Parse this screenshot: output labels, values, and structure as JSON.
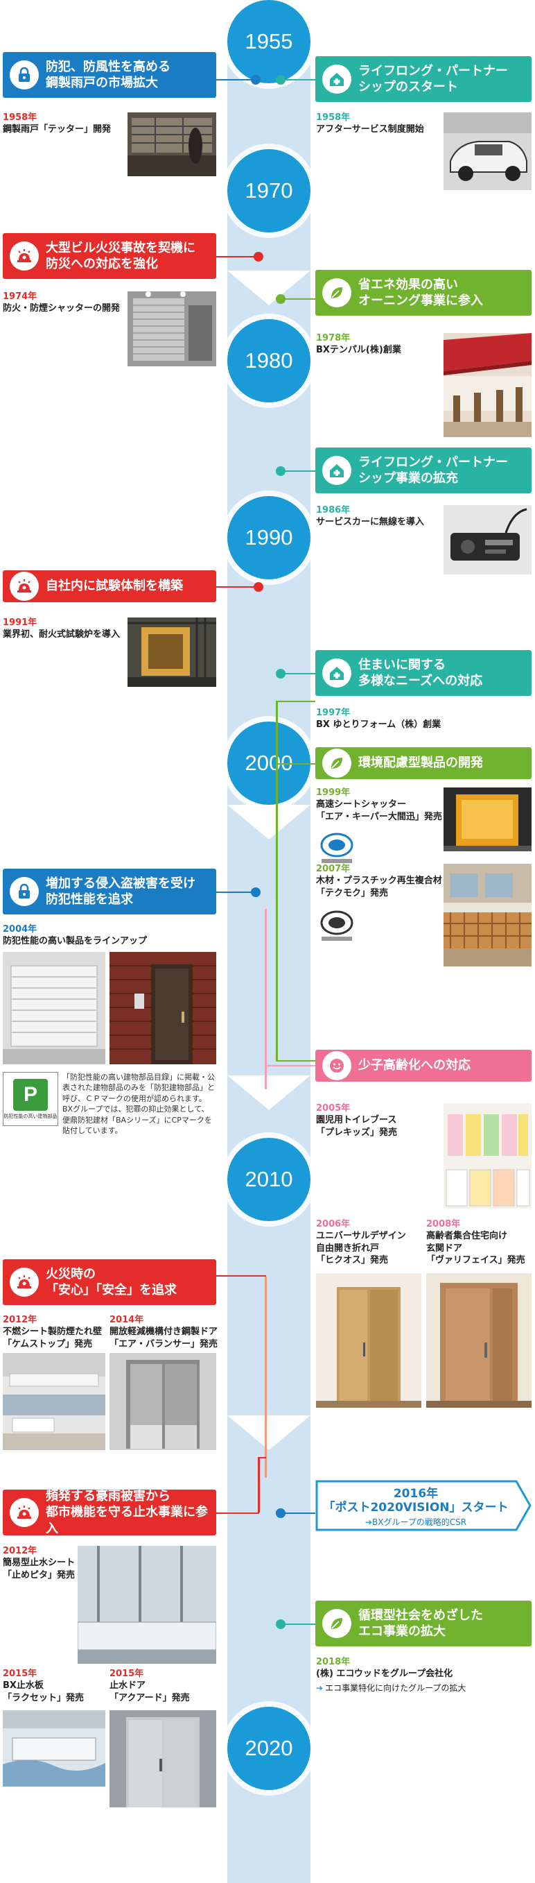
{
  "years": [
    "1955",
    "1970",
    "1980",
    "1990",
    "2000",
    "2010",
    "2020"
  ],
  "colors": {
    "blue": "#1a7cc3",
    "red": "#e42d2a",
    "green": "#71b32f",
    "pink": "#ef6f95",
    "teal": "#28b3a3",
    "year_circle": "#1a9ad6",
    "spine": "#cfe3f3"
  },
  "events": {
    "e1": {
      "label": "防犯、防風性を高める\n鋼製雨戸の市場拡大",
      "icon": "lock-icon",
      "year": "1958年",
      "caption": "鋼製雨戸「テッター」開発"
    },
    "e2": {
      "label": "ライフロング・パートナー\nシップのスタート",
      "icon": "house-plus-icon",
      "year": "1958年",
      "caption": "アフターサービス制度開始"
    },
    "e3": {
      "label": "大型ビル火災事故を契機に\n防災への対応を強化",
      "icon": "fire-alarm-icon",
      "year": "1974年",
      "caption": "防火・防煙シャッターの開発"
    },
    "e4": {
      "label": "省エネ効果の高い\nオーニング事業に参入",
      "icon": "leaf-icon",
      "year": "1978年",
      "caption": "BXテンパル(株)創業"
    },
    "e5": {
      "label": "ライフロング・パートナー\nシップ事業の拡充",
      "icon": "house-plus-icon",
      "year": "1986年",
      "caption": "サービスカーに無線を導入"
    },
    "e6": {
      "label": "自社内に試験体制を構築",
      "icon": "fire-alarm-icon",
      "year": "1991年",
      "caption": "業界初、耐火式試験炉を導入"
    },
    "e7": {
      "label": "住まいに関する\n多様なニーズへの対応",
      "icon": "house-plus-icon",
      "year": "1997年",
      "caption": "BX ゆとりフォーム（株）創業"
    },
    "e8": {
      "label": "環境配慮型製品の開発",
      "icon": "leaf-icon",
      "items": [
        {
          "year": "1999年",
          "caption": "高速シートシャッター\n「エア・キーパー大間迅」発売"
        },
        {
          "year": "2007年",
          "caption": "木材・プラスチック再生複合材\n「テクモク」発売"
        }
      ]
    },
    "e9": {
      "label": "増加する侵入盗被害を受け\n防犯性能を追求",
      "icon": "lock-icon",
      "year": "2004年",
      "caption": "防犯性能の高い製品をラインアップ",
      "note": "「防犯性能の高い建物部品目録」に掲載・公\n表された建物部品のみを「防犯建物部品」と\n呼び、ＣＰマークの使用が認められます。\nBXグループでは、犯罪の抑止効果として、\n便鼎防犯建材「BAシリーズ」にCPマークを\n貼付しています。",
      "mark_letter": "P",
      "mark_caption": "防犯性能の高い建物部品"
    },
    "e10": {
      "label": "少子高齢化への対応",
      "icon": "smile-icon",
      "items": [
        {
          "year": "2005年",
          "caption": "園児用トイレブース\n「プレキッズ」発売"
        },
        {
          "year": "2006年",
          "caption": "ユニバーサルデザイン\n自由開き折れ戸\n「ヒクオス」発売"
        },
        {
          "year": "2008年",
          "caption": "高齢者集合住宅向け\n玄関ドア\n「ヴァリフェイス」発売"
        }
      ]
    },
    "e11": {
      "label": "火災時の\n「安心」「安全」を追求",
      "icon": "fire-alarm-icon",
      "items": [
        {
          "year": "2012年",
          "caption": "不燃シート製防煙たれ壁\n「ケムストップ」発売"
        },
        {
          "year": "2014年",
          "caption": "開放軽減機構付き鋼製ドア\n「エア・バランサー」発売"
        }
      ]
    },
    "e12": {
      "label": "2016年\n「ポスト2020VISION」スタート",
      "sub": "BXグループの戦略的CSR"
    },
    "e13": {
      "label": "頻発する豪雨被害から\n都市機能を守る止水事業に参入",
      "icon": "fire-alarm-icon",
      "items": [
        {
          "year": "2012年",
          "caption": "簡易型止水シート\n「止めピタ」発売"
        },
        {
          "year": "2015年",
          "caption": "BX止水板\n「ラクセット」発売"
        },
        {
          "year": "2015年",
          "caption": "止水ドア\n「アクアード」発売"
        }
      ]
    },
    "e14": {
      "label": "循環型社会をめざした\nエコ事業の拡大",
      "icon": "leaf-icon",
      "year": "2018年",
      "caption": "(株) エコウッドをグループ会社化",
      "sub": "エコ事業特化に向けたグループの拡大"
    }
  }
}
